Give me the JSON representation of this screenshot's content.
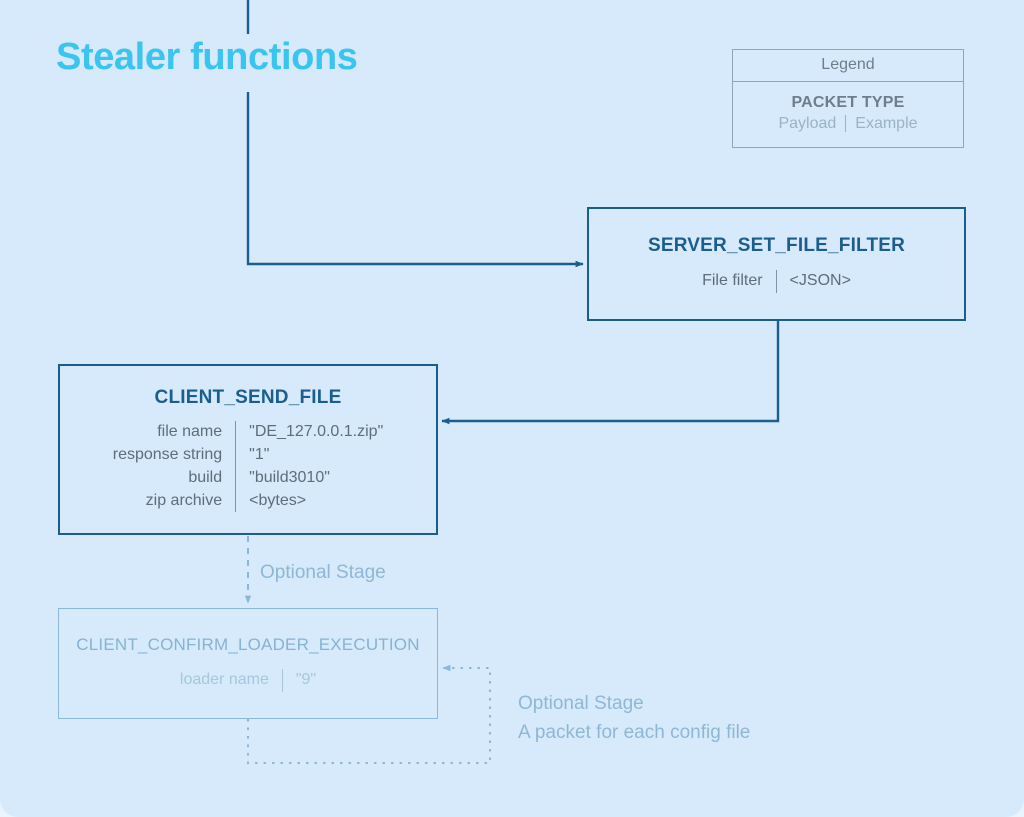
{
  "page": {
    "title": "Stealer functions",
    "background_color": "#d6eafb",
    "accent_color": "#3ac4f0",
    "edge_color": "#1b5e8e",
    "optional_color": "#8bb8d8"
  },
  "legend": {
    "heading": "Legend",
    "packet_type": "PACKET TYPE",
    "payload": "Payload",
    "separator": "|",
    "example": "Example"
  },
  "nodes": [
    {
      "id": "server-set-file-filter",
      "title": "SERVER_SET_FILE_FILTER",
      "optional": false,
      "fields": [
        {
          "key": "File filter",
          "value": "<JSON>"
        }
      ]
    },
    {
      "id": "client-send-file",
      "title": "CLIENT_SEND_FILE",
      "optional": false,
      "fields": [
        {
          "key": "file name",
          "value": "\"DE_127.0.0.1.zip\""
        },
        {
          "key": "response string",
          "value": "\"1\""
        },
        {
          "key": "build",
          "value": "\"build3010\""
        },
        {
          "key": "zip archive",
          "value": "<bytes>"
        }
      ]
    },
    {
      "id": "client-confirm-loader-execution",
      "title": "CLIENT_CONFIRM_LOADER_EXECUTION",
      "optional": true,
      "fields": [
        {
          "key": "loader name",
          "value": "\"9\""
        }
      ]
    }
  ],
  "annotations": {
    "optional_stage_top": "Optional Stage",
    "optional_stage_bottom": "Optional Stage\nA packet for each config file"
  }
}
